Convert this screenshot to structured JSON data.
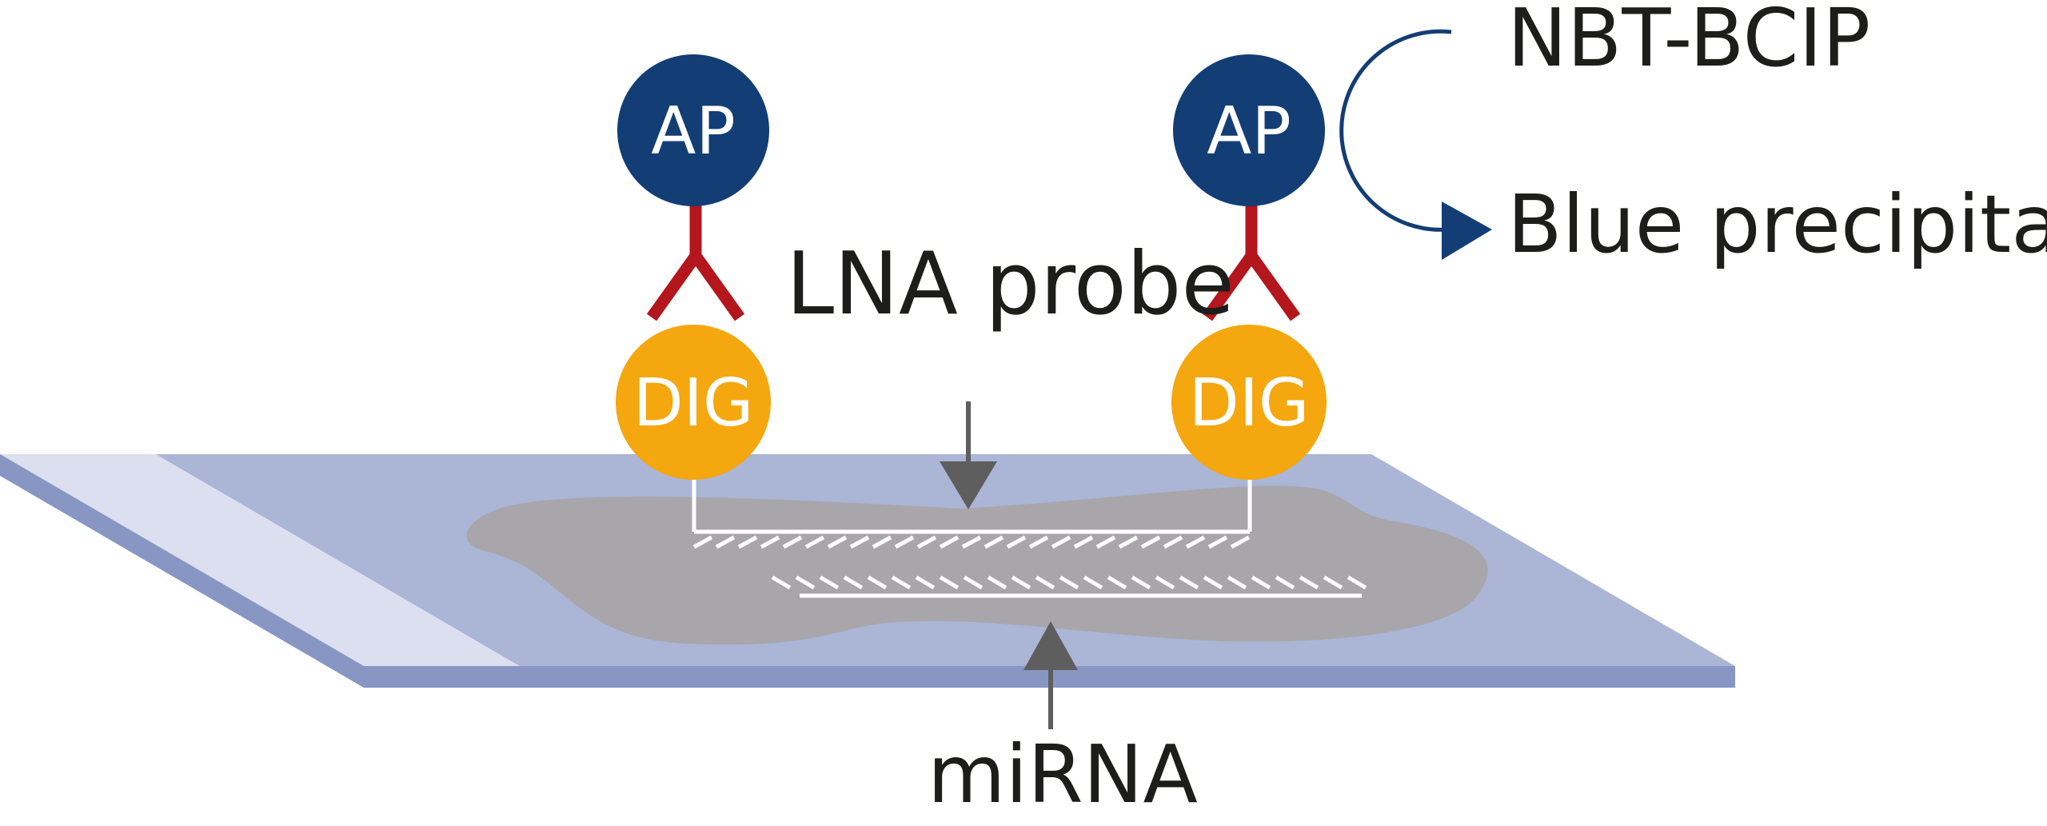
{
  "diagram": {
    "labels": {
      "lna_probe": "LNA probe",
      "mirna": "miRNA",
      "substrate": "NBT-BCIP",
      "product": "Blue precipitate"
    },
    "left_complex": {
      "enzyme": "AP",
      "hapten": "DIG"
    },
    "right_complex": {
      "enzyme": "AP",
      "hapten": "DIG"
    },
    "colors": {
      "ap_circle": "#133d75",
      "antibody": "#b3161c",
      "dig_circle": "#f4a70e",
      "slide_top": "#abb5d6",
      "slide_edge": "#8896c3",
      "slide_label_area": "#dcdfef",
      "tissue": "#a8a6ab",
      "arrow": "#5e5e5e",
      "reaction_arrow": "#133d75",
      "text": "#1d1d1b"
    }
  }
}
